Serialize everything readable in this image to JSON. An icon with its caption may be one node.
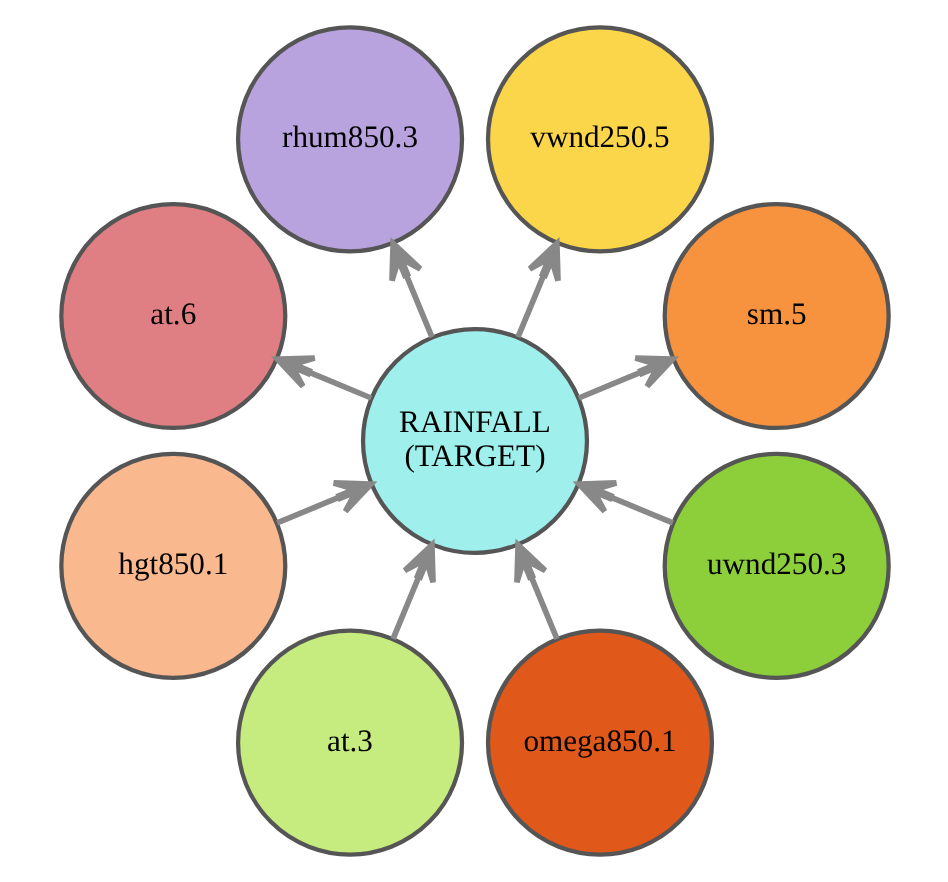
{
  "diagram": {
    "nodes": [
      {
        "text": [
          "hgt850.1"
        ]
      },
      {
        "text": [
          "at.3"
        ]
      },
      {
        "text": [
          "omega850.1"
        ]
      },
      {
        "text": [
          "uwnd250.3"
        ]
      },
      {
        "text": [
          "RAINFALL (TARGET)"
        ]
      },
      {
        "text": [
          "sm.5"
        ]
      },
      {
        "text": [
          "vwnd250.5"
        ]
      },
      {
        "text": [
          "rhum850.3"
        ]
      },
      {
        "text": [
          "at.6"
        ]
      }
    ],
    "edges": [
      {
        "from": 0,
        "to": 4,
        "arrow": "to"
      },
      {
        "from": 1,
        "to": 4,
        "arrow": "to"
      },
      {
        "from": 2,
        "to": 4,
        "arrow": "to"
      },
      {
        "from": 3,
        "to": 4,
        "arrow": "to"
      },
      {
        "from": 4,
        "to": 5,
        "arrow": "to"
      },
      {
        "from": 4,
        "to": 6,
        "arrow": "to"
      },
      {
        "from": 4,
        "to": 8,
        "arrow": "to"
      },
      {
        "from": 4,
        "to": 7,
        "arrow": "to"
      }
    ]
  }
}
